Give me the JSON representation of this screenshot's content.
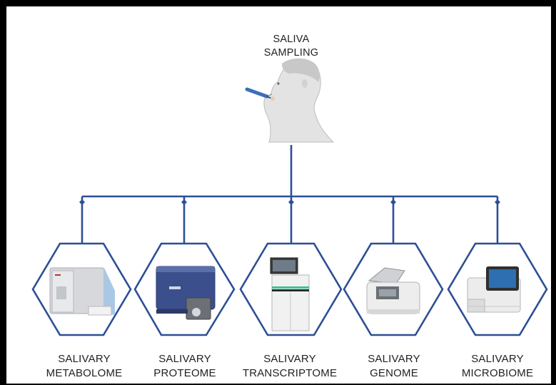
{
  "source": {
    "label_line1": "SALIVA",
    "label_line2": "SAMPLING"
  },
  "omics": [
    {
      "line1": "SALIVARY",
      "line2": "METABOLOME",
      "icon": "metabolome-instrument-icon"
    },
    {
      "line1": "SALIVARY",
      "line2": "PROTEOME",
      "icon": "proteome-instrument-icon"
    },
    {
      "line1": "SALIVARY",
      "line2": "TRANSCRIPTOME",
      "icon": "transcriptome-instrument-icon"
    },
    {
      "line1": "SALIVARY",
      "line2": "GENOME",
      "icon": "genome-instrument-icon"
    },
    {
      "line1": "SALIVARY",
      "line2": "MICROBIOME",
      "icon": "microbiome-instrument-icon"
    }
  ],
  "colors": {
    "connector": "#2c4f95",
    "frame": "#000000",
    "background": "#ffffff"
  }
}
